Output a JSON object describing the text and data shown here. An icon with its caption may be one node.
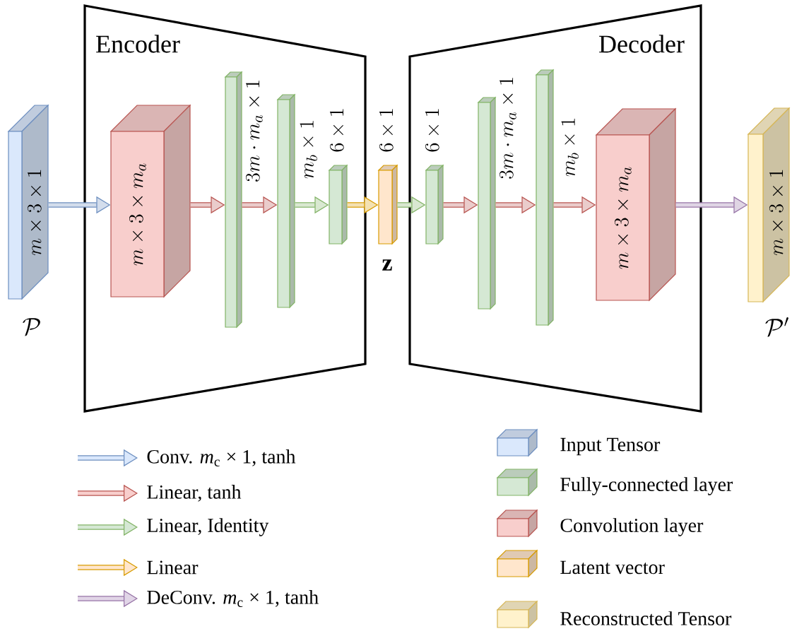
{
  "diagram": {
    "nodes": [
      {
        "text": [
          "Encoder"
        ]
      },
      {
        "text": [
          "Decoder"
        ]
      },
      {
        "text": [
          "m \\times 3 \\times 1"
        ],
        "beside": [
          "\\mathcal{P}"
        ]
      },
      {
        "text": [
          "m \\times 3 \\times m_a"
        ],
        "in": 0
      },
      {
        "text": [
          "3m \\cdot m_a \\times 1"
        ],
        "in": 0
      },
      {
        "text": [
          "m_b \\times 1"
        ],
        "in": 0
      },
      {
        "text": [
          "6 \\times 1"
        ],
        "in": 0
      },
      {
        "text": [
          "6 \\times 1"
        ],
        "beside": [
          "\\mathbf{z}"
        ]
      },
      {
        "text": [
          "6 \\times 1"
        ],
        "in": 1
      },
      {
        "text": [
          "3m \\cdot m_a \\times 1"
        ],
        "in": 1
      },
      {
        "text": [
          "m_b \\times 1"
        ],
        "in": 1
      },
      {
        "text": [
          "m \\times 3 \\times m_a"
        ],
        "in": 1
      },
      {
        "text": [
          "m \\times 3 \\times 1"
        ],
        "beside": [
          "\\mathcal{P}'"
        ]
      }
    ],
    "edges": [
      {
        "from": 2,
        "to": 3,
        "arrow": "to",
        "color": "#6c8ebf"
      },
      {
        "from": 3,
        "to": 4,
        "arrow": "to"
      },
      {
        "from": 4,
        "to": 5,
        "arrow": "to"
      },
      {
        "from": 5,
        "to": 6,
        "arrow": "to",
        "color": "#82b366"
      },
      {
        "from": 6,
        "to": 7,
        "arrow": "to",
        "color": "#d79b00"
      },
      {
        "from": 7,
        "to": 8,
        "arrow": "to",
        "color": "#82b366"
      },
      {
        "from": 8,
        "to": 9,
        "arrow": "to"
      },
      {
        "from": 9,
        "to": 10,
        "arrow": "to"
      },
      {
        "from": 10,
        "to": 11,
        "arrow": "to"
      },
      {
        "from": 11,
        "to": 12,
        "arrow": "to",
        "color": "#9673a6"
      }
    ],
    "legend": [
      {
        "text": "Conv. *m*$_{c}$ × 1, tanh",
        "color": "#dae8fc"
      },
      {
        "text": "Linear, tanh",
        "color": "#f8cecc"
      },
      {
        "text": "Linear, Identity",
        "color": "#d5e8d4"
      },
      {
        "text": "Linear",
        "color": "#ffe6cc"
      },
      {
        "text": "DeConv. *m*$_{c}$ × 1, tanh",
        "color": "#e1d5e7"
      },
      {
        "text": "Input Tensor",
        "color": "#dae8fc"
      },
      {
        "text": "Fully-connected layer",
        "color": "#d5e8d4"
      },
      {
        "text": "Convolution layer",
        "color": "#f8cecc"
      },
      {
        "text": "Latent vector",
        "color": "#ffe6cc"
      },
      {
        "text": "Reconstructed Tensor",
        "color": "#fff2cc"
      }
    ]
  }
}
